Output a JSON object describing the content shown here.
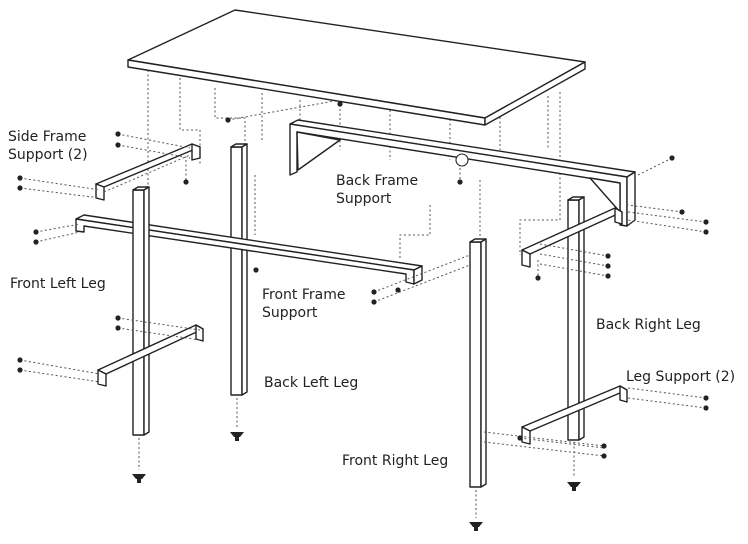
{
  "labels": {
    "side_frame_support": "Side Frame\nSupport (2)",
    "back_frame_support": "Back Frame\nSupport",
    "front_left_leg": "Front Left Leg",
    "front_frame_support": "Front Frame\nSupport",
    "back_right_leg": "Back Right Leg",
    "back_left_leg": "Back Left Leg",
    "leg_support": "Leg Support (2)",
    "front_right_leg": "Front Right Leg"
  },
  "colors": {
    "line": "#222222",
    "background": "#ffffff"
  }
}
